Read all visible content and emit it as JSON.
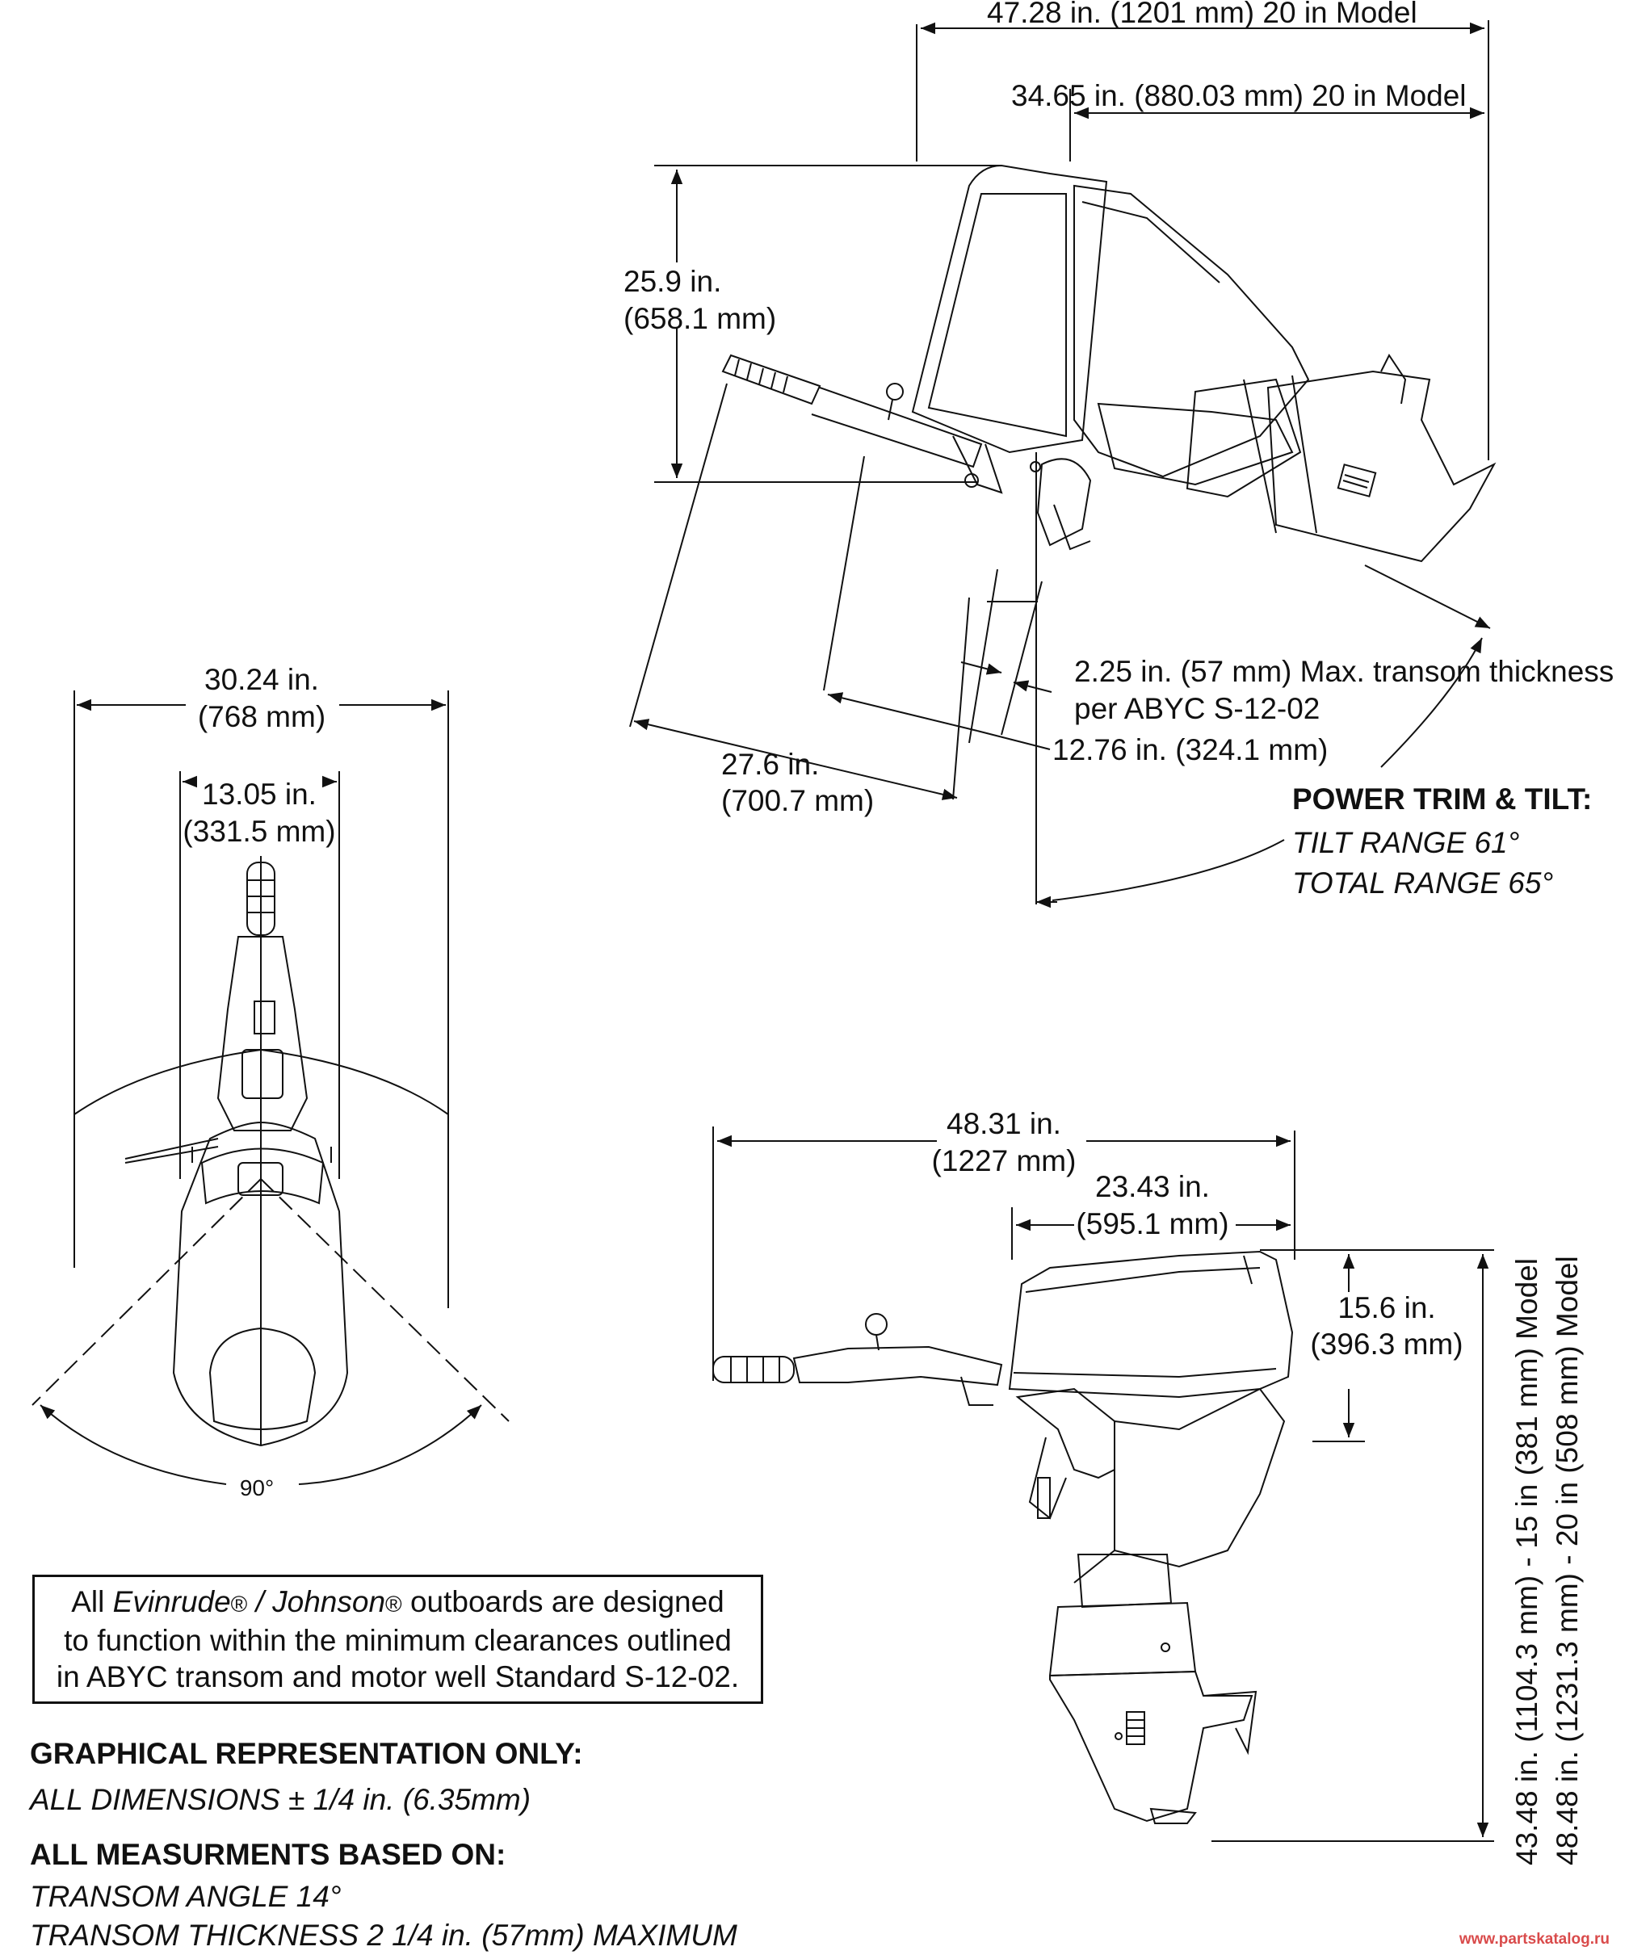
{
  "side_view": {
    "overall_length": "47.28 in. (1201 mm) 20 in Model",
    "length_20in": "34.65 in. (880.03 mm) 20 in Model",
    "height_in": "25.9 in.",
    "height_mm": "(658.1 mm)",
    "transom_note_line1": "2.25 in. (57 mm) Max. transom thickness",
    "transom_note_line2": "per ABYC S-12-02",
    "clearance_1": "12.76 in. (324.1 mm)",
    "clearance_2_in": "27.6 in.",
    "clearance_2_mm": "(700.7 mm)",
    "trim_title": "POWER TRIM & TILT:",
    "tilt_range": "TILT RANGE 61°",
    "total_range": "TOTAL RANGE 65°"
  },
  "top_view": {
    "width_in": "30.24 in.",
    "width_mm": "(768 mm)",
    "inner_in": "13.05 in.",
    "inner_mm": "(331.5 mm)",
    "angle": "90°"
  },
  "front_view": {
    "overall_in": "48.31 in.",
    "overall_mm": "(1227 mm)",
    "head_in": "23.43 in.",
    "head_mm": "(595.1 mm)",
    "cowl_in": "15.6 in.",
    "cowl_mm": "(396.3 mm)",
    "height_15": "43.48 in. (1104.3 mm) - 15 in (381 mm) Model",
    "height_20": "48.48 in. (1231.3 mm) - 20 in (508 mm) Model"
  },
  "notice": {
    "line1_pre": "All ",
    "brand1": "Evinrude",
    "reg1": "®",
    "slash": " / ",
    "brand2": "Johnson",
    "reg2": "®",
    "line1_post": " outboards are designed",
    "line2": "to function within the minimum clearances outlined",
    "line3": "in ABYC transom and motor well Standard S-12-02."
  },
  "footnotes": {
    "heading1": "GRAPHICAL REPRESENTATION ONLY:",
    "dims": "ALL DIMENSIONS ± 1/4 in. (6.35mm)",
    "heading2": "ALL MEASURMENTS BASED ON:",
    "angle": "TRANSOM ANGLE 14°",
    "thickness": "TRANSOM THICKNESS 2 1/4 in. (57mm) MAXIMUM"
  },
  "watermark": "www.partskatalog.ru"
}
